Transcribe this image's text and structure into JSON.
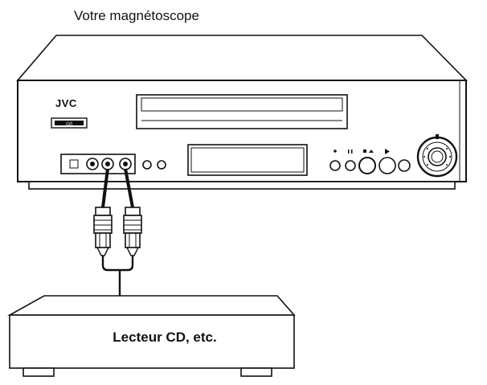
{
  "vcr": {
    "caption": "Votre magnétoscope",
    "brand": "JVC"
  },
  "source_device": {
    "label": "Lecteur CD, etc."
  }
}
